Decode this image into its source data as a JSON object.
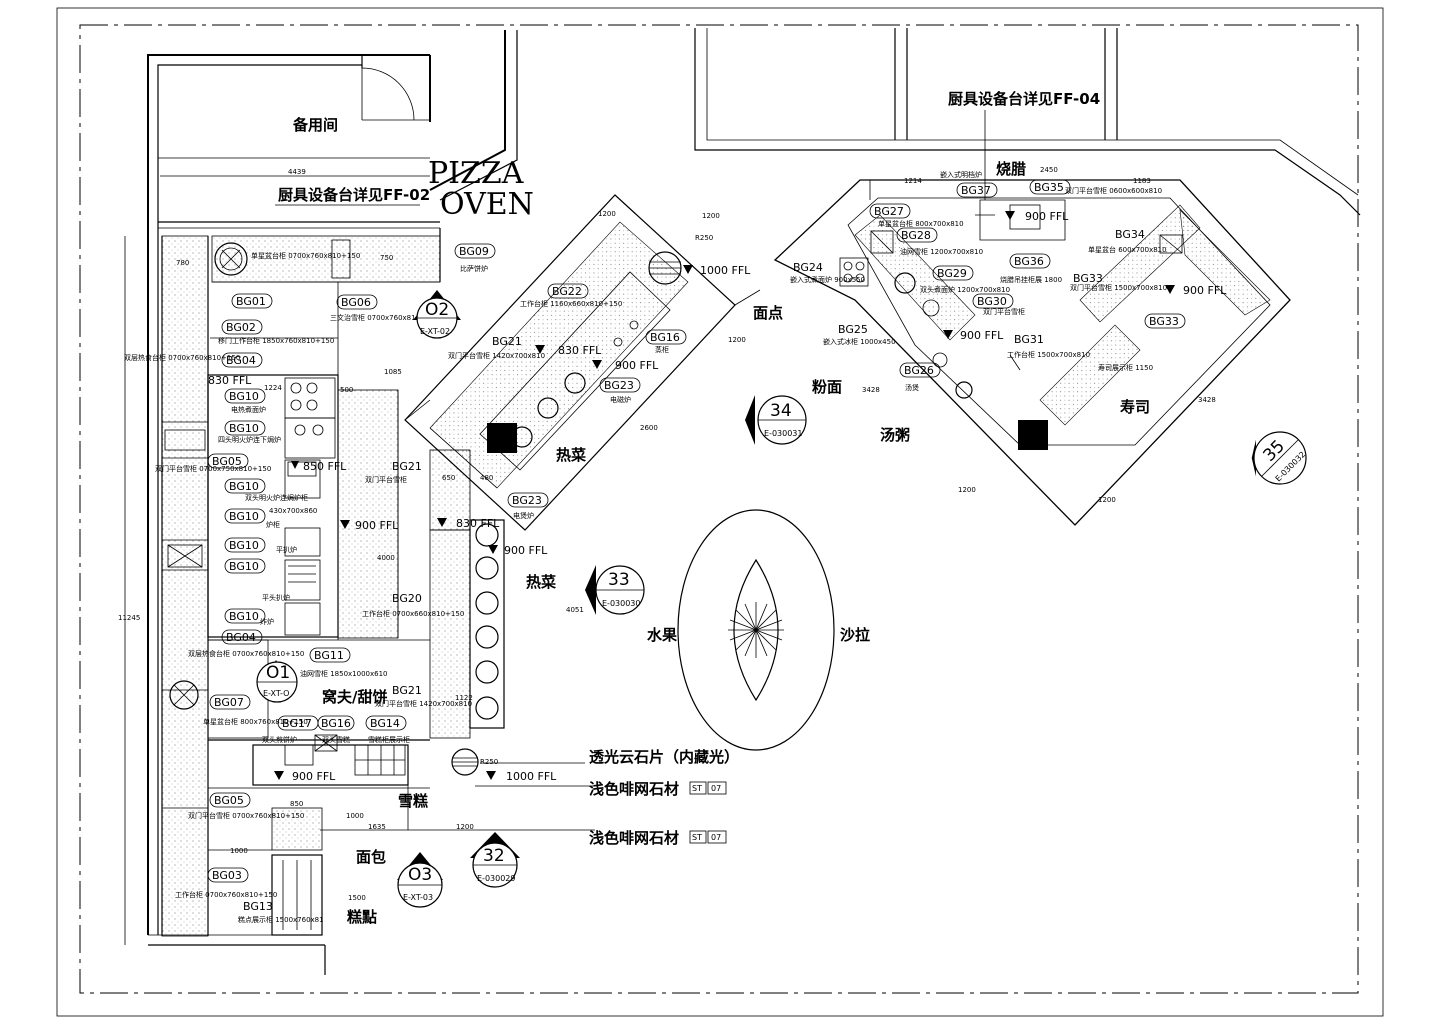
{
  "rooms": {
    "spare_room": "备用间",
    "pizza_oven_line1": "PIZZA",
    "pizza_oven_line2": "OVEN",
    "detail_ff02": "厨具设备台详见FF-02",
    "detail_ff04": "厨具设备台详见FF-04",
    "noodle_spot": "面点",
    "rice_noodle": "粉面",
    "soup": "汤粥",
    "hot_dish_1": "热菜",
    "hot_dish_2": "热菜",
    "sushi": "寿司",
    "grill": "烧腊",
    "fruit": "水果",
    "salad": "沙拉",
    "chef_dessert": "窝夫/甜饼",
    "snow_cake": "雪糕",
    "bread": "面包",
    "pastry": "糕點"
  },
  "materials": {
    "onyx": "透光云石片（内藏光）",
    "stone_1": "浅色啡网石材",
    "stone_2": "浅色啡网石材",
    "code_st": "ST",
    "code_07": "07"
  },
  "equipment_tags": [
    "BG01",
    "BG02",
    "BG04",
    "BG10",
    "BG10",
    "BG05",
    "BG10",
    "BG10",
    "BG10",
    "BG10",
    "BG10",
    "BG04",
    "BG07",
    "BG05",
    "BG03",
    "BG06",
    "BG09",
    "BG11",
    "BG17",
    "BG16",
    "BG14",
    "BG21",
    "BG21",
    "BG20",
    "BG13",
    "BG22",
    "BG21",
    "BG16",
    "BG23",
    "BG23",
    "BG24",
    "BG25",
    "BG26",
    "BG27",
    "BG28",
    "BG29",
    "BG30",
    "BG31",
    "BG37",
    "BG35",
    "BG36",
    "BG34",
    "BG33",
    "BG33"
  ],
  "notes": {
    "n_bg01": "单星盆台柜 0700x760x810+150",
    "n_bg02": "移门工作台柜 1850x760x810+150",
    "n_bg04a": "双层热食台柜 0700x760x810+150",
    "n_bg05a": "双门平台雪柜 0700x750x810+150",
    "n_bg06": "三文治雪柜 0700x760x810+150",
    "n_bg09": "比萨饼炉",
    "n_bg10a": "电热煮面炉",
    "n_bg10b": "四头明火炉连下焗炉",
    "n_bg10c": "双头明火炉连焗炉柜",
    "n_bg10d": "430x700x860",
    "n_bg10e": "炉柜",
    "n_bg10f": "平扒炉",
    "n_bg10g": "平头扒炉",
    "n_bg10h": "炸炉",
    "n_bg20": "工作台柜 0700x660x810+150",
    "n_bg21a": "双门平台雪柜",
    "n_bg21b": "双门平台雪柜 1420x700x810",
    "n_bg11": "油网雪柜 1850x1000x610",
    "n_bg07": "单星盆台柜 800x760x810+150",
    "n_bg05b": "双门平台雪柜 0700x760x810+150",
    "n_bg03": "工作台柜 0700x760x810+150",
    "n_bg13": "糕点展示柜 1500x760x81",
    "n_bg17": "双头煎饼炉",
    "n_bg16": "双头雪糕",
    "n_bg14": "雪糕柜展示柜",
    "n_bg22": "工作台柜 1160x660x810+150",
    "n_bg21c": "双门平台雪柜 1420x700x810",
    "n_bg16b": "蒸柜",
    "n_bg23a": "电煲炉",
    "n_bg23b": "电磁炉",
    "n_bg24": "嵌入式煮面炉 900x550",
    "n_bg25": "嵌入式冰柜 1000x450",
    "n_bg26": "汤煲",
    "n_bg27": "单星盆台柜 800x700x810",
    "n_bg28": "油网雪柜 1200x700x810",
    "n_bg29": "双头煮面炉 1200x700x810",
    "n_bg30": "双门平台雪柜",
    "n_bg31": "工作台柜 1500x700x810",
    "n_bg37": "嵌入式明档炉",
    "n_bg35": "双门平台雪柜 0600x600x810",
    "n_bg36": "烧腊吊挂柜展 1800",
    "n_bg34": "单星盆台 600x700x810",
    "n_bg33a": "双门平台雪柜 1500x700x810",
    "n_bg33b": "寿司展示柜 1150"
  },
  "levels": {
    "l830a": "830 FFL",
    "l830b": "830 FFL",
    "l830c": "830 FFL",
    "l850": "850 FFL",
    "l900a": "900 FFL",
    "l900b": "900 FFL",
    "l900c": "900 FFL",
    "l900d": "900 FFL",
    "l900e": "900 FFL",
    "l900f": "900 FFL",
    "l900g": "900 FFL",
    "l1000a": "1000 FFL",
    "l1000b": "1000 FFL"
  },
  "dimensions": {
    "d4439": "4439",
    "d780": "780",
    "d750": "750",
    "d1085": "1085",
    "d500": "500",
    "d1224": "1224",
    "d4000": "4000",
    "d650": "650",
    "d480": "480",
    "d11245": "11245",
    "d4051": "4051",
    "d1122": "1122",
    "d1635": "1635",
    "d1200a": "1200",
    "d850": "850",
    "d1000a": "1000",
    "d1000b": "1000",
    "d1500": "1500",
    "d2450": "2450",
    "d1214": "1214",
    "d1183": "1183",
    "d2600": "2600",
    "d3428a": "3428",
    "d3428b": "3428",
    "d1200b": "1200",
    "d1200c": "1200",
    "d1200d": "1200",
    "d1200e": "1200",
    "d1200f": "1200",
    "dR250a": "R250",
    "dR250b": "R250"
  },
  "elevation_markers": [
    {
      "num": "O2",
      "ref": "E-XT-02"
    },
    {
      "num": "O1",
      "ref": "E-XT-O"
    },
    {
      "num": "O3",
      "ref": "E-XT-03"
    },
    {
      "num": "32",
      "ref": "E-030029"
    },
    {
      "num": "33",
      "ref": "E-030030"
    },
    {
      "num": "34",
      "ref": "E-030031"
    },
    {
      "num": "35",
      "ref": "E-030032"
    }
  ]
}
